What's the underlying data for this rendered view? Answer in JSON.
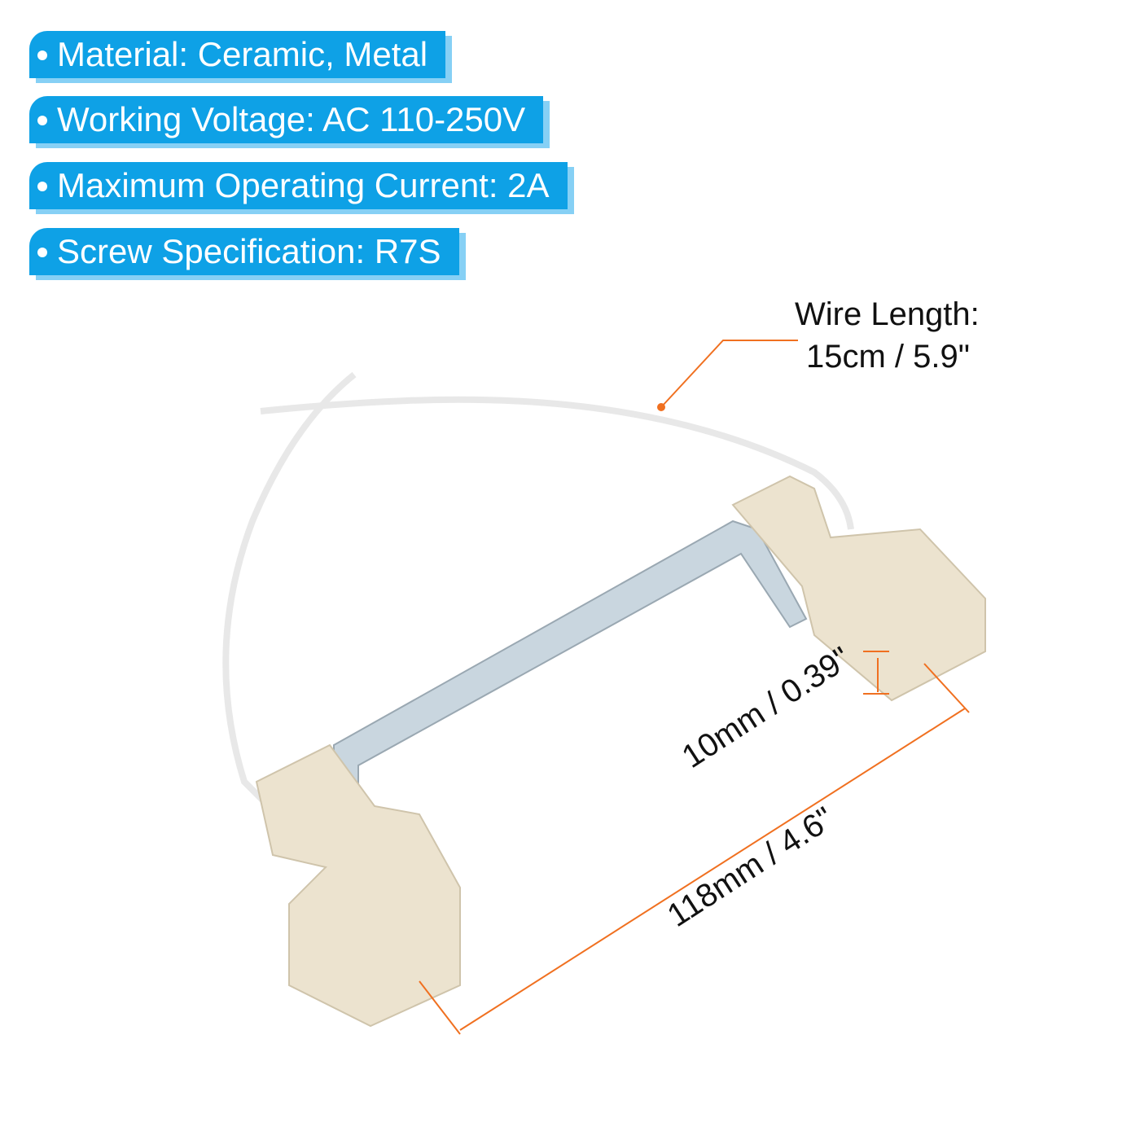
{
  "specs": [
    {
      "text": "Material: Ceramic, Metal"
    },
    {
      "text": "Working Voltage: AC 110-250V"
    },
    {
      "text": "Maximum Operating Current: 2A"
    },
    {
      "text": "Screw Specification: R7S"
    }
  ],
  "dimensions": {
    "wire_length_title": "Wire Length:",
    "wire_length_value": "15cm / 5.9\"",
    "height": "10mm / 0.39\"",
    "length": "118mm / 4.6\""
  },
  "colors": {
    "accent": "#0ea1e6",
    "shadow": "#86d0f5",
    "dimension": "#f07020",
    "ceramic": "#ece3cf"
  }
}
